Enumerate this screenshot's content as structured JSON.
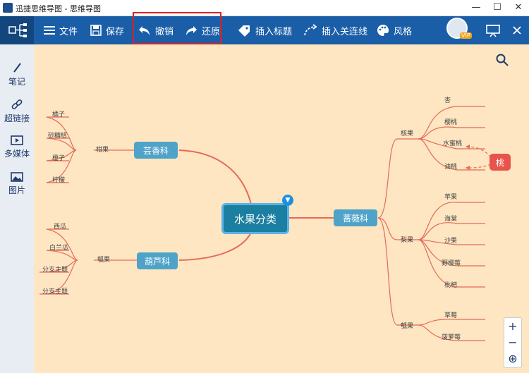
{
  "window": {
    "title": "迅捷思维导图 - 思维导图",
    "minimize": "—",
    "maximize": "☐",
    "close": "✕"
  },
  "toolbar": {
    "file": "文件",
    "save": "保存",
    "undo": "撤销",
    "redo": "还原",
    "insert_title": "插入标题",
    "insert_link": "插入关连线",
    "style": "风格",
    "vip": "VIP"
  },
  "sidebar": {
    "notes": "笔记",
    "hyperlink": "超链接",
    "media": "多媒体",
    "image": "图片"
  },
  "mindmap": {
    "root": "水果分类",
    "left_branches": [
      {
        "label": "芸香科",
        "category": "柑果",
        "leaves": [
          "橘子",
          "砂糖桔",
          "橙子",
          "柠檬"
        ]
      },
      {
        "label": "葫芦科",
        "category": "瓠果",
        "leaves": [
          "西瓜",
          "白兰瓜",
          "分支主题",
          "分支主题"
        ]
      }
    ],
    "right_branch": {
      "label": "蔷薇科",
      "categories": [
        {
          "label": "核果",
          "leaves": [
            "杏",
            "樱桃",
            "水蜜桃",
            "油桃"
          ]
        },
        {
          "label": "梨果",
          "leaves": [
            "苹果",
            "海棠",
            "沙果",
            "野樱莓",
            "枇杷"
          ]
        },
        {
          "label": "瓠果",
          "leaves": [
            "草莓",
            "菠萝莓"
          ]
        }
      ]
    },
    "floating": "桃"
  },
  "zoom": {
    "in": "+",
    "out": "−",
    "locate": "⊕"
  },
  "colors": {
    "toolbar": "#1b5ea8",
    "canvas": "#fde6c1",
    "branch_line": "#e56a5a",
    "node": "#4fa3c9",
    "root": "#1a7fa0",
    "floating": "#e8534b"
  }
}
